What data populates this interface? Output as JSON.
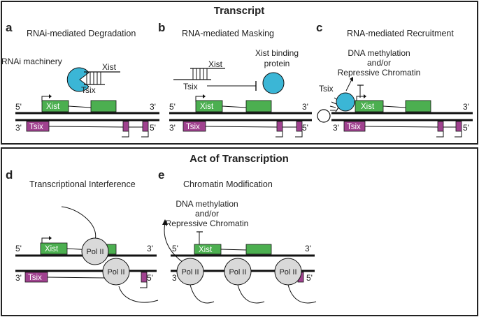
{
  "sections": {
    "top_title": "Transcript",
    "bottom_title": "Act of Transcription"
  },
  "panels": {
    "a": {
      "letter": "a",
      "title": "RNAi-mediated Degradation",
      "machinery": "RNAi machinery",
      "xist": "Xist",
      "tsix": "Tsix"
    },
    "b": {
      "letter": "b",
      "title": "RNA-mediated Masking",
      "xist": "Xist",
      "tsix": "Tsix",
      "protein_l1": "Xist binding",
      "protein_l2": "protein"
    },
    "c": {
      "letter": "c",
      "title": "RNA-mediated Recruitment",
      "dna_l1": "DNA methylation",
      "dna_l2": "and/or",
      "dna_l3": "Repressive Chromatin",
      "tsix": "Tsix"
    },
    "d": {
      "letter": "d",
      "title": "Transcriptional Interference",
      "pol": "Pol II"
    },
    "e": {
      "letter": "e",
      "title": "Chromatin Modification",
      "dna_l1": "DNA methylation",
      "dna_l2": "and/or",
      "dna_l3": "Repressive Chromatin",
      "pol": "Pol II"
    }
  },
  "gene": {
    "xist": "Xist",
    "tsix": "Tsix",
    "five_prime": "5'",
    "three_prime": "3'"
  },
  "colors": {
    "xist_green": "#4caf50",
    "tsix_magenta": "#a0428f",
    "rnai_blue": "#3bb6d6",
    "pol_gray": "#d9d9d9",
    "line": "#111111"
  }
}
